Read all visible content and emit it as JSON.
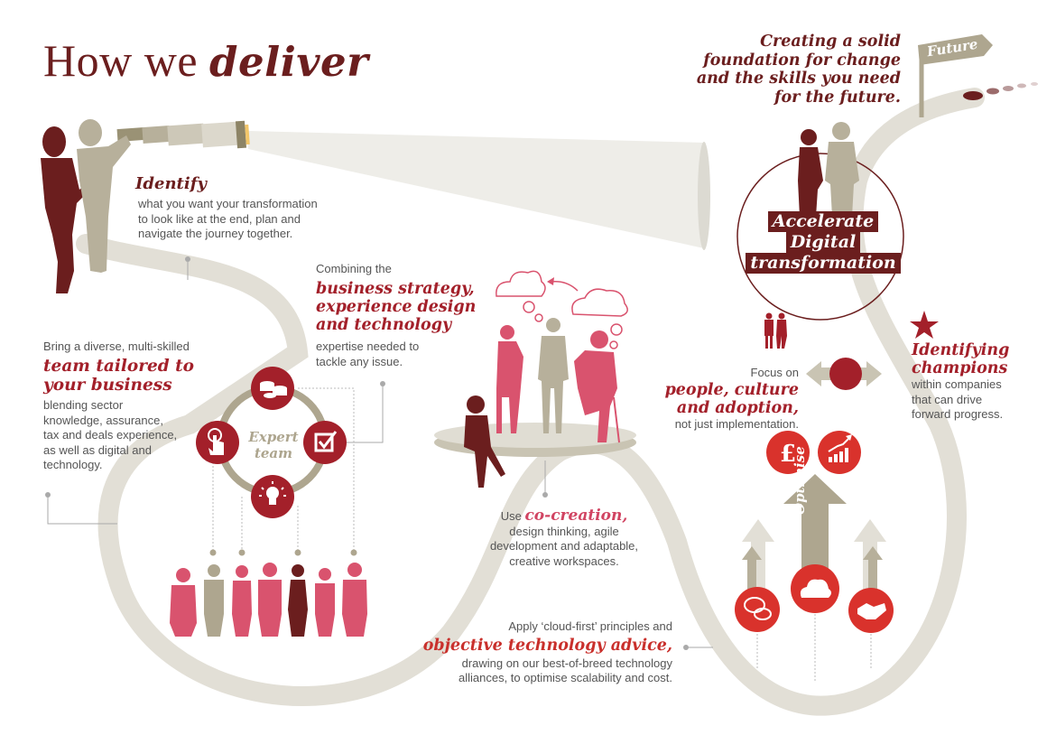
{
  "title": {
    "regular": "How we ",
    "bold": "deliver"
  },
  "future": {
    "sign_label": "Future",
    "headline_lines": [
      "Creating a solid",
      "foundation for change",
      "and the skills you need",
      "for the future."
    ]
  },
  "identify": {
    "title": "Identify",
    "body_lines": [
      "what you want your transformation",
      "to look like at the end, plan and",
      "navigate the journey together."
    ]
  },
  "combining": {
    "intro": "Combining the",
    "head_lines": [
      "business strategy,",
      "experience design",
      "and technology"
    ],
    "body_lines": [
      "expertise needed to",
      "tackle any issue."
    ]
  },
  "team": {
    "intro": "Bring a diverse, multi-skilled",
    "head_lines": [
      "team tailored to",
      "your business"
    ],
    "body_lines": [
      "blending sector",
      "knowledge, assurance,",
      "tax and deals experience,",
      "as well as digital and",
      "technology."
    ]
  },
  "expert_team": {
    "label_lines": [
      "Expert",
      "team"
    ],
    "icons": [
      "coins-icon",
      "checkbox-icon",
      "lightbulb-icon",
      "touch-hand-icon"
    ]
  },
  "cocreation": {
    "prefix": "Use ",
    "head": "co-creation,",
    "body_lines": [
      "design thinking, agile",
      "development and adaptable,",
      "creative workspaces."
    ]
  },
  "cloud_advice": {
    "intro": "Apply ‘cloud-first’ principles and",
    "head": "objective technology advice,",
    "body_lines": [
      "drawing on our best-of-breed technology",
      "alliances, to optimise scalability and cost."
    ]
  },
  "accelerate": {
    "lines": [
      "Accelerate",
      "Digital",
      "transformation"
    ]
  },
  "people_culture": {
    "intro": "Focus on",
    "head_lines": [
      "people, culture",
      "and adoption,"
    ],
    "body": "not just implementation."
  },
  "champions": {
    "head_lines": [
      "Identifying",
      "champions"
    ],
    "body_lines": [
      "within companies",
      "that can drive",
      "forward progress."
    ]
  },
  "optimise": {
    "label": "Optimise",
    "top_icons": [
      "pound-icon",
      "growth-chart-icon"
    ],
    "bottom_icons": [
      "speech-bubbles-icon",
      "cloud-icon",
      "handshake-icon"
    ]
  },
  "colors": {
    "dark_red": "#6b1e1e",
    "red": "#a3202a",
    "bright_red": "#d9322c",
    "pink": "#d9536e",
    "taupe": "#aea68f",
    "path": "#e2dfd6"
  }
}
